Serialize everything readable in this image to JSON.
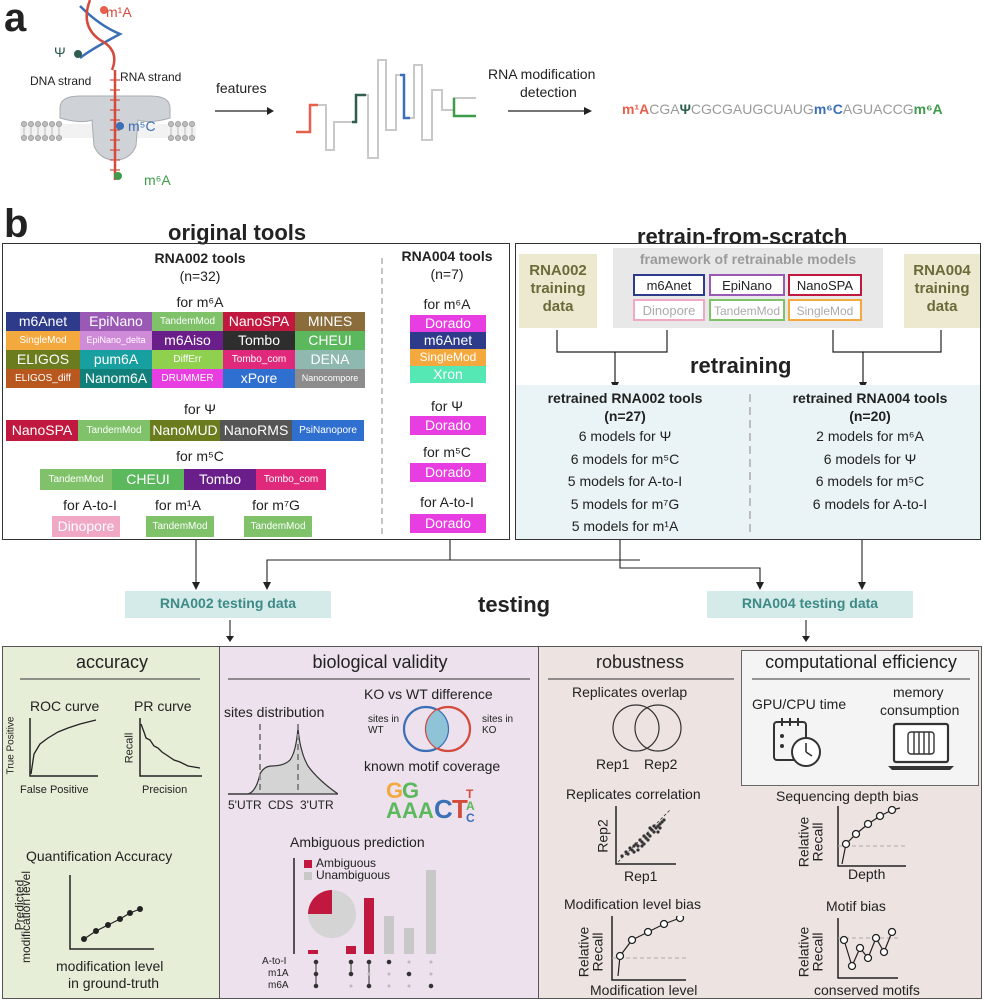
{
  "panel_a": {
    "letter": "a",
    "labels": {
      "m1A": "m¹A",
      "psi": "Ψ",
      "m5C": "m⁵C",
      "m6A": "m⁶A",
      "dna_strand": "DNA strand",
      "rna_strand": "RNA strand",
      "features": "features",
      "detection_line1": "RNA modification",
      "detection_line2": "detection"
    },
    "sequence": [
      {
        "text": "m¹A",
        "color": "#e8604c",
        "bold": true
      },
      {
        "text": "CGA",
        "color": "#9a9a9a",
        "bold": false
      },
      {
        "text": "Ψ",
        "color": "#2e5e4e",
        "bold": true
      },
      {
        "text": "CGCGAUGCUAUG",
        "color": "#9a9a9a",
        "bold": false
      },
      {
        "text": "m⁶C",
        "color": "#3b6fb6",
        "bold": true
      },
      {
        "text": "AGUACCG",
        "color": "#9a9a9a",
        "bold": false
      },
      {
        "text": "m⁶A",
        "color": "#3e9b4a",
        "bold": true
      }
    ]
  },
  "panel_b": {
    "letter": "b",
    "original_tools": {
      "title": "original tools",
      "rna002": {
        "title": "RNA002 tools",
        "count": "(n=32)",
        "m6A_label": "for m⁶A",
        "psi_label": "for Ψ",
        "m5C_label": "for m⁵C",
        "atoi_label": "for A-to-I",
        "m1A_label": "for m¹A",
        "m7G_label": "for m⁷G",
        "m6A_tools": [
          "m6Anet",
          "EpiNano",
          "TandemMod",
          "NanoSPA",
          "MINES",
          "SingleMod",
          "EpiNano_delta",
          "m6Aiso",
          "Tombo",
          "CHEUI",
          "ELIGOS",
          "pum6A",
          "DiffErr",
          "Tombo_com",
          "DENA",
          "ELIGOS_diff",
          "Nanom6A",
          "DRUMMER",
          "xPore",
          "Nanocompore"
        ],
        "psi_tools": [
          "NanoSPA",
          "TandemMod",
          "NanoMUD",
          "NanoRMS",
          "PsiNanopore"
        ],
        "m5C_tools": [
          "TandemMod",
          "CHEUI",
          "Tombo",
          "Tombo_com"
        ],
        "atoi_tools": [
          "Dinopore"
        ],
        "m1A_tools": [
          "TandemMod"
        ],
        "m7G_tools": [
          "TandemMod"
        ]
      },
      "rna004": {
        "title": "RNA004 tools",
        "count": "(n=7)",
        "m6A_label": "for m⁶A",
        "psi_label": "for Ψ",
        "m5C_label": "for m⁵C",
        "atoi_label": "for A-to-I",
        "m6A_tools": [
          "Dorado",
          "m6Anet",
          "SingleMod",
          "Xron"
        ],
        "psi_tools": [
          "Dorado"
        ],
        "m5C_tools": [
          "Dorado"
        ],
        "atoi_tools": [
          "Dorado"
        ]
      }
    },
    "retrain": {
      "title": "retrain-from-scratch",
      "rna002_training": "RNA002 training data",
      "rna004_training": "RNA004 training data",
      "framework_title": "framework of retrainable models",
      "framework_models": [
        "m6Anet",
        "EpiNano",
        "NanoSPA",
        "Dinopore",
        "TandemMod",
        "SingleMod"
      ],
      "retraining_label": "retraining",
      "retrained_002_title": "retrained RNA002 tools",
      "retrained_002_count": "(n=27)",
      "retrained_002_lines": [
        "6 models for Ψ",
        "6 models for m⁵C",
        "5 models for A-to-I",
        "5 models for m⁷G",
        "5 models for m¹A"
      ],
      "retrained_004_title": "retrained RNA004 tools",
      "retrained_004_count": "(n=20)",
      "retrained_004_lines": [
        "2 models for m⁶A",
        "6 models for Ψ",
        "6 models for m⁵C",
        "6 models for A-to-I"
      ]
    },
    "testing": {
      "rna002_testing": "RNA002 testing data",
      "testing_label": "testing",
      "rna004_testing": "RNA004 testing data"
    },
    "accuracy": {
      "title": "accuracy",
      "roc": "ROC curve",
      "pr": "PR curve",
      "true_positive": "True Positive",
      "false_positive": "False Positive",
      "recall": "Recall",
      "precision": "Precision",
      "quant_title": "Quantification Accuracy",
      "predicted_line1": "Predicted",
      "predicted_line2": "modification level",
      "mod_gt_line1": "modification level",
      "mod_gt_line2": "in ground-truth"
    },
    "bio": {
      "title": "biological validity",
      "sites_distribution": "sites distribution",
      "utr5": "5'UTR",
      "cds": "CDS",
      "utr3": "3'UTR",
      "ko_wt": "KO vs WT difference",
      "sites_in_wt": "sites in WT",
      "sites_in_ko": "sites in KO",
      "motif_cov": "known motif coverage",
      "motif": "GGAACTAC",
      "ambiguous_title": "Ambiguous prediction",
      "ambiguous": "Ambiguous",
      "unambiguous": "Unambiguous",
      "atoi": "A-to-I",
      "m1A": "m1A",
      "m6A": "m6A"
    },
    "robust": {
      "title": "robustness",
      "overlap": "Replicates overlap",
      "rep1": "Rep1",
      "rep2": "Rep2",
      "correlation": "Replicates correlation",
      "mod_bias": "Modification level bias",
      "relative_recall_1": "Relative",
      "relative_recall_2": "Recall",
      "mod_level": "Modification level"
    },
    "compute": {
      "title": "computational efficiency",
      "gpu": "GPU/CPU time",
      "memory_line1": "memory",
      "memory_line2": "consumption",
      "depth_bias": "Sequencing depth bias",
      "depth": "Depth",
      "motif_bias": "Motif bias",
      "conserved": "conserved motifs"
    }
  }
}
